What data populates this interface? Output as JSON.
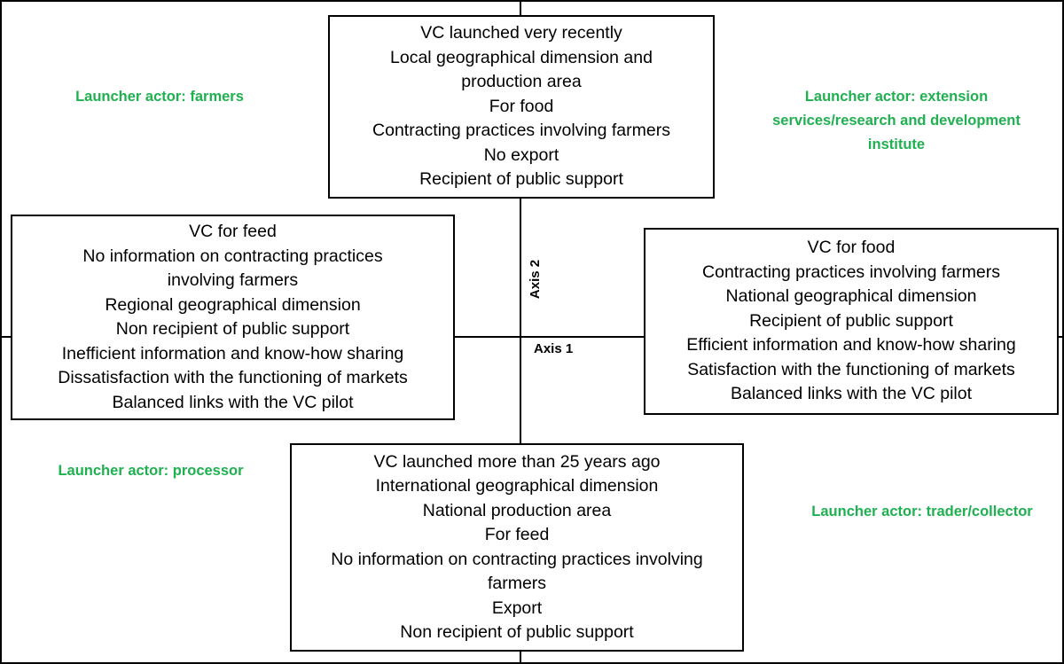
{
  "colors": {
    "launcher_text": "#1fb050",
    "lines": "#000000",
    "text": "#000000"
  },
  "axes": {
    "axis1": "Axis 1",
    "axis2": "Axis 2"
  },
  "launchers": {
    "top_left": "Launcher actor: farmers",
    "top_right": "Launcher actor: extension services/research and development institute",
    "bottom_left": "Launcher actor: processor",
    "bottom_right": "Launcher actor: trader/collector"
  },
  "boxes": {
    "top": [
      "VC launched very recently",
      "Local geographical dimension and",
      "production area",
      "For food",
      "Contracting practices involving farmers",
      "No export",
      "Recipient of public support"
    ],
    "left": [
      "VC for feed",
      "No information on contracting practices",
      "involving farmers",
      "Regional geographical dimension",
      "Non recipient of public support",
      "Inefficient information and know-how sharing",
      "Dissatisfaction with the functioning of markets",
      "Balanced links with the VC pilot"
    ],
    "right": [
      "VC for food",
      "Contracting practices involving farmers",
      "National geographical dimension",
      "Recipient of public support",
      "Efficient information and know-how sharing",
      "Satisfaction with the functioning of markets",
      "Balanced links with the VC pilot"
    ],
    "bottom": [
      "VC launched more than 25 years ago",
      "International geographical dimension",
      "National production area",
      "For feed",
      "No information on contracting practices involving",
      "farmers",
      "Export",
      "Non recipient of public support"
    ]
  }
}
